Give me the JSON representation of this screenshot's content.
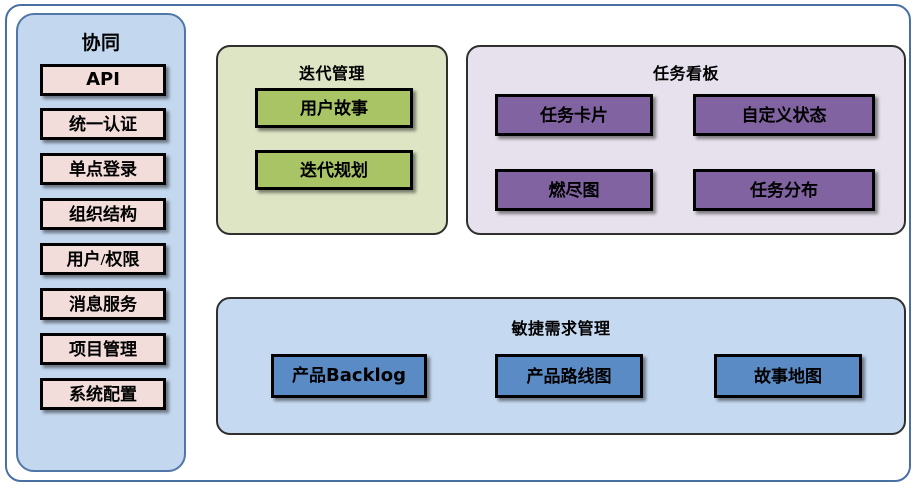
{
  "diagram": {
    "title_visible": false,
    "colors": {
      "frame_border": "#4a6fa5",
      "collab_panel_bg": "#c3d7ef",
      "collab_panel_border": "#5077a8",
      "collab_item_bg": "#f3ddda",
      "iteration_panel_bg": "#dde5c5",
      "iteration_item_bg": "#a9c465",
      "taskboard_panel_bg": "#e6e1ec",
      "taskboard_item_bg": "#8063a0",
      "agile_panel_bg": "#c5d9f1",
      "agile_item_bg": "#5b8bc5",
      "item_border": "#000000",
      "panel_border": "#2f2f2f"
    },
    "collaboration": {
      "title": "协同",
      "items": [
        {
          "label": "API",
          "style": "latin"
        },
        {
          "label": "统一认证",
          "style": "cjk"
        },
        {
          "label": "单点登录",
          "style": "cjk"
        },
        {
          "label": "组织结构",
          "style": "cjk"
        },
        {
          "label": "用户/权限",
          "style": "cjk"
        },
        {
          "label": "消息服务",
          "style": "cjk"
        },
        {
          "label": "项目管理",
          "style": "cjk"
        },
        {
          "label": "系统配置",
          "style": "cjk"
        }
      ]
    },
    "iteration": {
      "title": "迭代管理",
      "items": [
        {
          "label": "用户故事"
        },
        {
          "label": "迭代规划"
        }
      ]
    },
    "taskboard": {
      "title": "任务看板",
      "items": [
        {
          "label": "任务卡片"
        },
        {
          "label": "自定义状态"
        },
        {
          "label": "燃尽图"
        },
        {
          "label": "任务分布"
        }
      ]
    },
    "agile": {
      "title": "敏捷需求管理",
      "items": [
        {
          "label_cjk": "产品",
          "label_latin": "Backlog",
          "label": "产品Backlog"
        },
        {
          "label": "产品路线图"
        },
        {
          "label": "故事地图"
        }
      ]
    }
  }
}
